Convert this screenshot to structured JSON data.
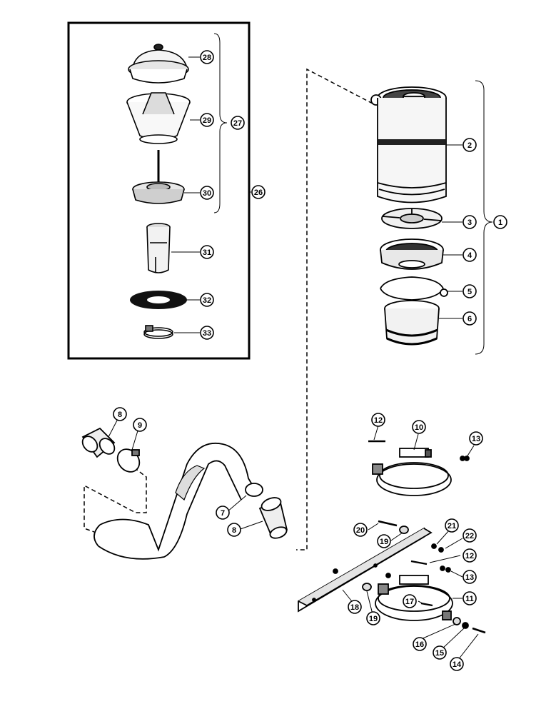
{
  "diagram": {
    "callouts": [
      {
        "id": "c1",
        "label": "1"
      },
      {
        "id": "c2",
        "label": "2"
      },
      {
        "id": "c3",
        "label": "3"
      },
      {
        "id": "c4",
        "label": "4"
      },
      {
        "id": "c5",
        "label": "5"
      },
      {
        "id": "c6",
        "label": "6"
      },
      {
        "id": "c7",
        "label": "7"
      },
      {
        "id": "c8a",
        "label": "8"
      },
      {
        "id": "c8b",
        "label": "8"
      },
      {
        "id": "c9",
        "label": "9"
      },
      {
        "id": "c10",
        "label": "10"
      },
      {
        "id": "c11",
        "label": "11"
      },
      {
        "id": "c12a",
        "label": "12"
      },
      {
        "id": "c12b",
        "label": "12"
      },
      {
        "id": "c13a",
        "label": "13"
      },
      {
        "id": "c13b",
        "label": "13"
      },
      {
        "id": "c14",
        "label": "14"
      },
      {
        "id": "c15",
        "label": "15"
      },
      {
        "id": "c16",
        "label": "16"
      },
      {
        "id": "c17",
        "label": "17"
      },
      {
        "id": "c18",
        "label": "18"
      },
      {
        "id": "c19a",
        "label": "19"
      },
      {
        "id": "c19b",
        "label": "19"
      },
      {
        "id": "c20",
        "label": "20"
      },
      {
        "id": "c21",
        "label": "21"
      },
      {
        "id": "c22",
        "label": "22"
      },
      {
        "id": "c26",
        "label": "26"
      },
      {
        "id": "c27",
        "label": "27"
      },
      {
        "id": "c28",
        "label": "28"
      },
      {
        "id": "c29",
        "label": "29"
      },
      {
        "id": "c30",
        "label": "30"
      },
      {
        "id": "c31",
        "label": "31"
      },
      {
        "id": "c32",
        "label": "32"
      },
      {
        "id": "c33",
        "label": "33"
      }
    ]
  }
}
